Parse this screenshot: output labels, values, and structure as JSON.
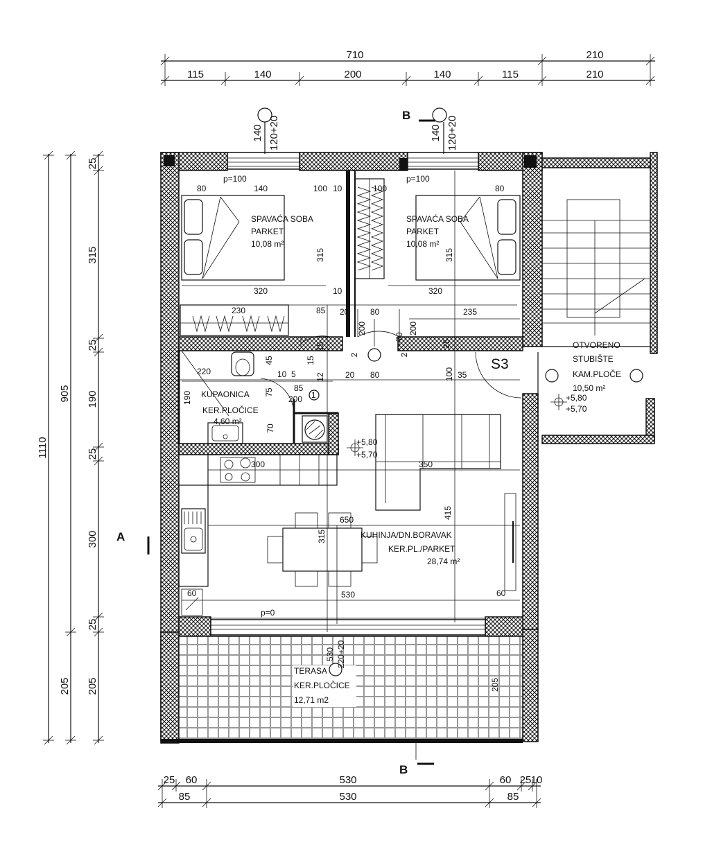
{
  "dimensions": {
    "top_row1": [
      "710",
      "210"
    ],
    "top_row2": [
      "115",
      "140",
      "200",
      "140",
      "115",
      "210"
    ],
    "left_outer": "1110",
    "left_mid": [
      "905",
      "205"
    ],
    "left_inner": [
      "25",
      "315",
      "25",
      "190",
      "25",
      "300",
      "25",
      "205"
    ],
    "bottom_row1": [
      "25",
      "60",
      "530",
      "60",
      "25",
      "10"
    ],
    "bottom_row2": [
      "85",
      "530",
      "85"
    ]
  },
  "windows": {
    "left_window": [
      "140",
      "120+20",
      "p=100"
    ],
    "right_window": [
      "140",
      "120+20",
      "p=100"
    ],
    "terrace_door": [
      "530",
      "220+20",
      "p=0"
    ]
  },
  "rooms": {
    "bedroom1": {
      "name": "SPAVAĆA SOBA",
      "floor": "PARKET",
      "area": "10,08 m²"
    },
    "bedroom2": {
      "name": "SPAVAĆA SOBA",
      "floor": "PARKET",
      "area": "10,08 m²"
    },
    "bathroom": {
      "name": "KUPAONICA",
      "floor": "KER.PLOČICE",
      "area": "4,60 m²"
    },
    "living": {
      "name": "KUHINJA/DN.BORAVAK",
      "floor": "KER.PL./PARKET",
      "area": "28,74 m²"
    },
    "terrace": {
      "name": "TERASA",
      "floor": "KER.PLOČICE",
      "area": "12,71 m2"
    },
    "stairs": {
      "name1": "OTVORENO",
      "name2": "STUBIŠTE",
      "floor": "KAM.PLOČE",
      "area": "10,50 m²"
    }
  },
  "inner_dims": {
    "b1": [
      "80",
      "140",
      "100",
      "315",
      "320",
      "230",
      "85"
    ],
    "b2": [
      "10",
      "100",
      "315",
      "80",
      "320",
      "235",
      "10"
    ],
    "hall": [
      "20",
      "80",
      "200",
      "70",
      "200",
      "2",
      "2",
      "25"
    ],
    "bath": [
      "220",
      "45",
      "10",
      "5",
      "15",
      "12",
      "15",
      "190",
      "70",
      "200",
      "85",
      "75"
    ],
    "living": [
      "20",
      "80",
      "100",
      "35",
      "350",
      "415",
      "650",
      "315",
      "530",
      "60",
      "60",
      "300"
    ],
    "terrace": [
      "205"
    ]
  },
  "levels": {
    "stairs_top": "+5,80",
    "stairs_bot": "+5,70",
    "living_top": "+5,80",
    "living_bot": "+5,70"
  },
  "markers": {
    "stair_code": "S3",
    "section_a": "A",
    "section_b_top": "B",
    "section_b_bot": "B",
    "door_num": "1"
  }
}
